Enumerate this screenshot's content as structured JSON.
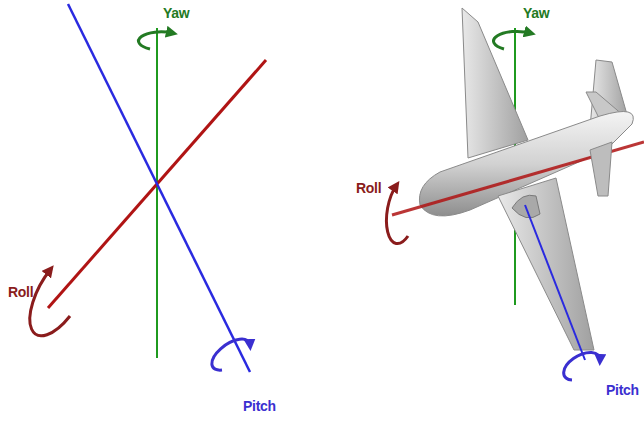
{
  "diagram": {
    "labels": [
      "Yaw",
      "Roll",
      "Pitch",
      "Yaw",
      "Roll",
      "Pitch"
    ]
  }
}
